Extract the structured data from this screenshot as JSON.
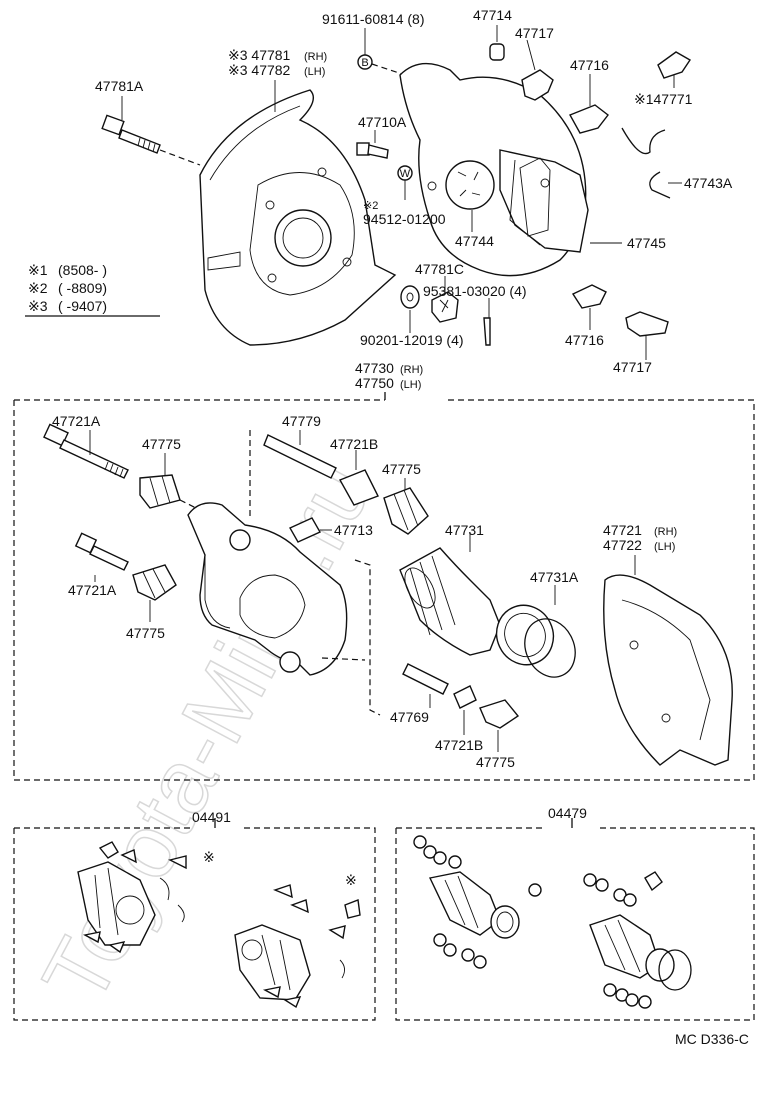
{
  "watermark": "Toyota-Mine.ru",
  "notes": [
    {
      "mark": "※1",
      "text": "(8508-          )"
    },
    {
      "mark": "※2",
      "text": "(          -8809)"
    },
    {
      "mark": "※3",
      "text": "(          -9407)"
    }
  ],
  "top_labels": {
    "p91611": "91611-60814 (8)",
    "p47714": "47714",
    "p47717a": "47717",
    "p47781_rh": "※3 47781",
    "p47781_rh_suffix": "(RH)",
    "p47782_lh": "※3 47782",
    "p47782_lh_suffix": "(LH)",
    "p47781A": "47781A",
    "p47716a": "47716",
    "p147771": "※147771",
    "p47710A": "47710A",
    "p94512_mark": "※2",
    "p94512": "94512-01200",
    "p47744": "47744",
    "p47743A": "47743A",
    "p47745": "47745",
    "p47781C": "47781C",
    "p95381": "95381-03020 (4)",
    "p90201": "90201-12019 (4)",
    "p47716b": "47716",
    "p47717b": "47717",
    "p47730": "47730",
    "p47730_suffix": "(RH)",
    "p47750": "47750",
    "p47750_suffix": "(LH)",
    "marker_B": "B",
    "marker_W": "W"
  },
  "caliper_labels": {
    "p47721A_a": "47721A",
    "p47775_a": "47775",
    "p47779": "47779",
    "p47721B_a": "47721B",
    "p47775_b": "47775",
    "p47713": "47713",
    "p47731": "47731",
    "p47721_rh": "47721",
    "p47721_rh_suffix": "(RH)",
    "p47722_lh": "47722",
    "p47722_lh_suffix": "(LH)",
    "p47721A_b": "47721A",
    "p47731A": "47731A",
    "p47775_c": "47775",
    "p47769": "47769",
    "p47721B_b": "47721B",
    "p47775_d": "47775"
  },
  "kits": {
    "kit1_label": "04491",
    "kit2_label": "04479",
    "kit1_mark_a": "※",
    "kit1_mark_b": "※"
  },
  "footer": {
    "code": "MC D336-C"
  }
}
